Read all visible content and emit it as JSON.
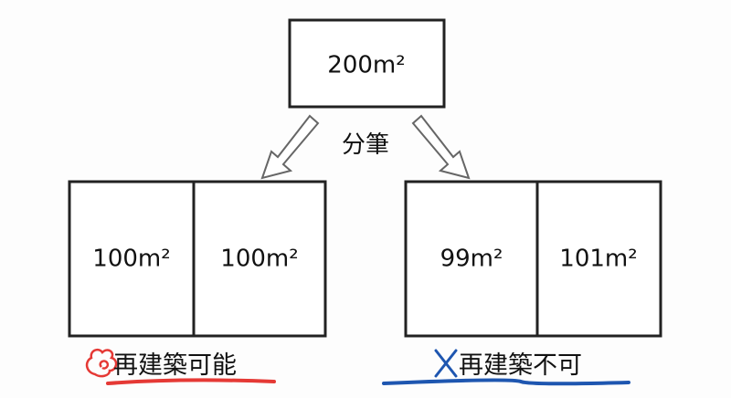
{
  "parent": {
    "area": "200m²"
  },
  "action": "分筆",
  "left": {
    "areas": [
      "100m²",
      "100m²"
    ],
    "result": "再建築可能",
    "icon": "hanamaru-icon",
    "color": "#e53935"
  },
  "right": {
    "areas": [
      "99m²",
      "101m²"
    ],
    "result": "再建築不可",
    "icon": "cross-icon",
    "color": "#1e56b0"
  }
}
